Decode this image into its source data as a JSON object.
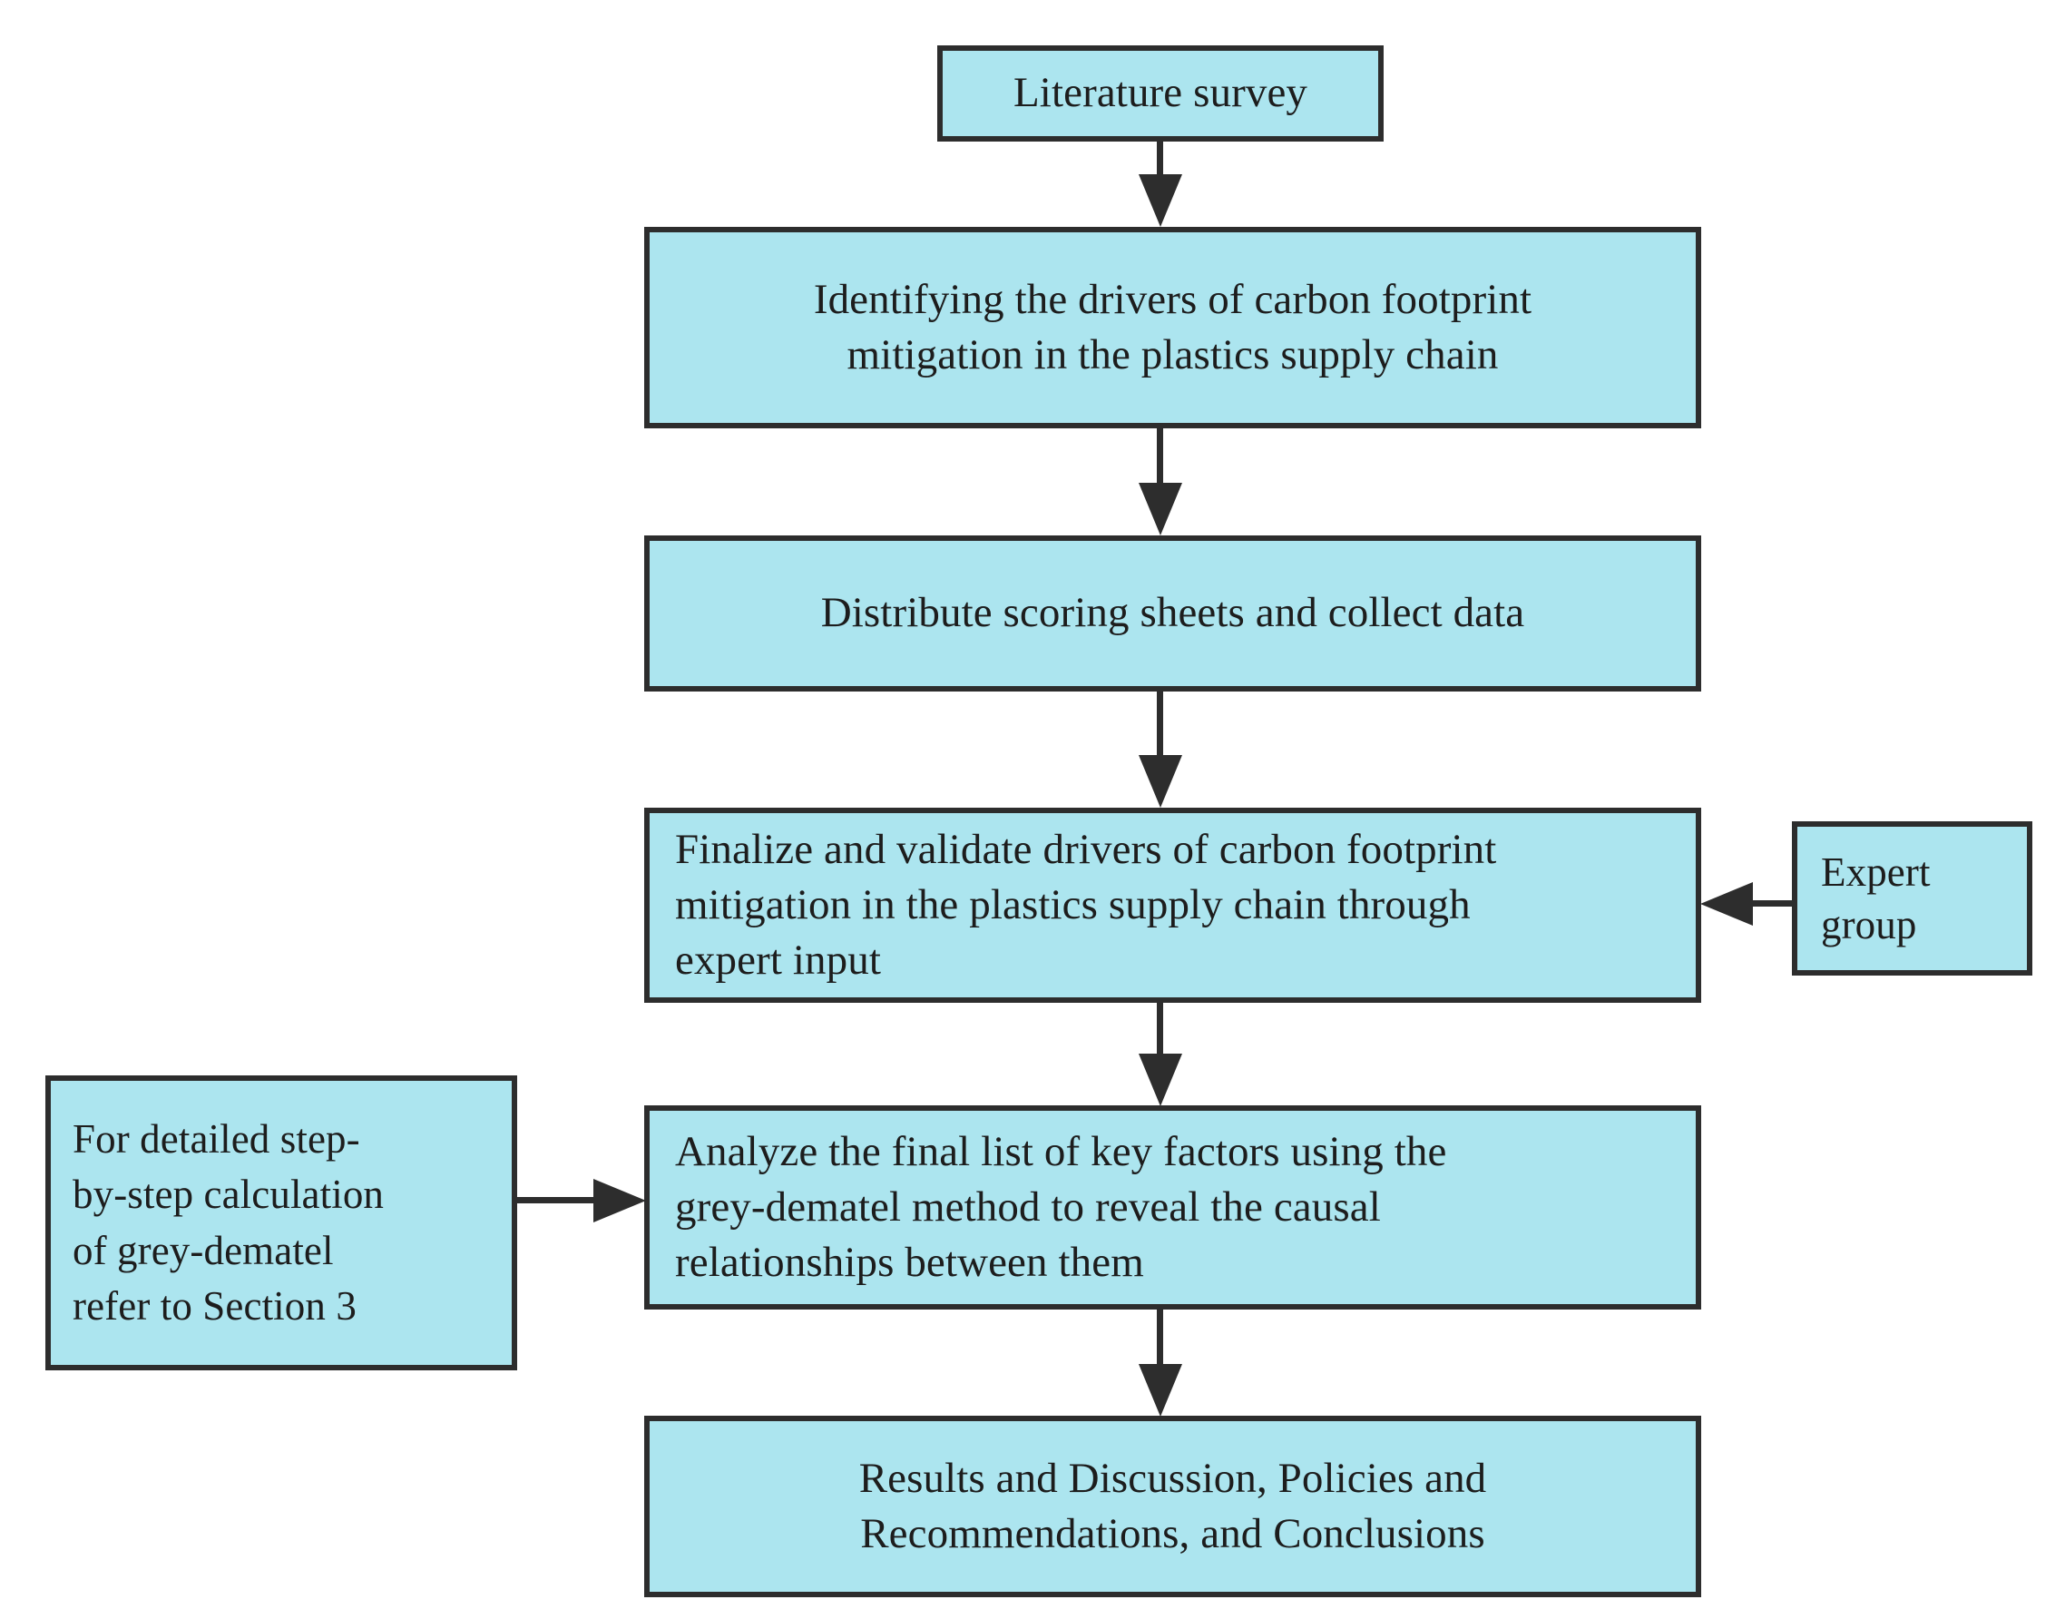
{
  "diagram": {
    "title": "Research methodology flowchart",
    "colors": {
      "node_fill": "#ACE5EF",
      "node_border": "#2d2d2d",
      "connector": "#2d2d2d",
      "text": "#1d1d1d",
      "background": "#ffffff"
    },
    "nodes": [
      {
        "id": "literature-survey",
        "align": "center",
        "lines": [
          "Literature survey"
        ]
      },
      {
        "id": "identify-drivers",
        "align": "center",
        "lines": [
          "Identifying the drivers of carbon footprint",
          "mitigation in the plastics supply chain"
        ]
      },
      {
        "id": "distribute-scoring",
        "align": "center",
        "lines": [
          "Distribute scoring sheets and collect data"
        ]
      },
      {
        "id": "finalize-validate",
        "align": "left",
        "lines": [
          "Finalize and validate drivers of carbon footprint",
          "mitigation in the plastics supply chain through",
          "expert input"
        ]
      },
      {
        "id": "analyze-dematel",
        "align": "left",
        "lines": [
          "Analyze the final list of key factors using the",
          "grey-dematel method to reveal the causal",
          "relationships between them"
        ]
      },
      {
        "id": "results-discussion",
        "align": "center",
        "lines": [
          "Results and Discussion, Policies and",
          "Recommendations, and Conclusions"
        ]
      },
      {
        "id": "expert-group",
        "align": "left",
        "lines": [
          "Expert",
          "group"
        ]
      },
      {
        "id": "section-reference",
        "align": "left",
        "lines": [
          "For detailed step-",
          "by-step calculation",
          "of grey-dematel",
          "refer to Section 3"
        ]
      }
    ],
    "connectors": [
      {
        "id": "literature-to-identify",
        "from": "literature-survey",
        "to": "identify-drivers",
        "direction": "down"
      },
      {
        "id": "identify-to-distribute",
        "from": "identify-drivers",
        "to": "distribute-scoring",
        "direction": "down"
      },
      {
        "id": "distribute-to-finalize",
        "from": "distribute-scoring",
        "to": "finalize-validate",
        "direction": "down"
      },
      {
        "id": "finalize-to-analyze",
        "from": "finalize-validate",
        "to": "analyze-dematel",
        "direction": "down"
      },
      {
        "id": "analyze-to-results",
        "from": "analyze-dematel",
        "to": "results-discussion",
        "direction": "down"
      },
      {
        "id": "expert-to-finalize",
        "from": "expert-group",
        "to": "finalize-validate",
        "direction": "left"
      },
      {
        "id": "reference-to-analyze",
        "from": "section-reference",
        "to": "analyze-dematel",
        "direction": "right"
      }
    ]
  }
}
